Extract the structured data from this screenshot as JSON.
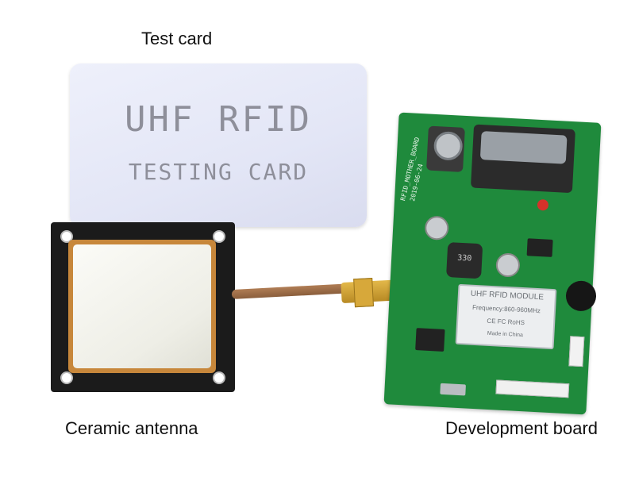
{
  "labels": {
    "test_card": "Test card",
    "ceramic_antenna": "Ceramic antenna",
    "development_board": "Development board"
  },
  "card": {
    "line1": "UHF RFID",
    "line2": "TESTING CARD"
  },
  "board": {
    "silk_mother": "RFID_MOTHER_BOARD",
    "silk_date": "2019-06-24",
    "inductor_code": "330",
    "module": {
      "title": "UHF RFID MODULE",
      "frequency": "Frequency:860-960MHz",
      "certs": "CE FC RoHS",
      "made_in": "Made in China"
    }
  },
  "colors": {
    "board_green": "#1f8a3c",
    "antenna_frame": "#1b1b1b",
    "ceramic_edge": "#c7873b",
    "connector_gold": "#d7a83a"
  }
}
